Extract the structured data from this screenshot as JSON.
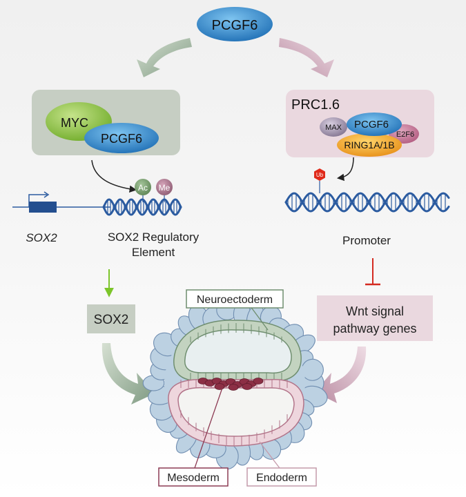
{
  "top_node": {
    "label": "PCGF6"
  },
  "left_branch": {
    "complex": {
      "myc_label": "MYC",
      "pcgf6_label": "PCGF6"
    },
    "marks": {
      "ac_label": "Ac",
      "me_label": "Me"
    },
    "gene_label": "SOX2",
    "regulatory_label_line1": "SOX2 Regulatory",
    "regulatory_label_line2": "Element",
    "output_label": "SOX2"
  },
  "right_branch": {
    "complex_title": "PRC1.6",
    "subunits": {
      "max": "MAX",
      "pcgf6": "PCGF6",
      "e2f6": "E2F6",
      "ring": "RING1A/1B"
    },
    "ub_label": "Ub",
    "promoter_label": "Promoter",
    "target_line1": "Wnt signal",
    "target_line2": "pathway genes"
  },
  "embryo_labels": {
    "neuroectoderm": "Neuroectoderm",
    "mesoderm": "Mesoderm",
    "endoderm": "Endoderm"
  },
  "colors": {
    "green_panel": "#c6cec3",
    "pink_panel": "#ead8df",
    "pcgf6_blue": "#2b86c8",
    "myc_green": "#8fc23f",
    "ring_orange": "#f0a020",
    "dna_blue": "#2b5ba0",
    "inhibit_red": "#d42a20",
    "ub_red": "#e02a1a"
  }
}
